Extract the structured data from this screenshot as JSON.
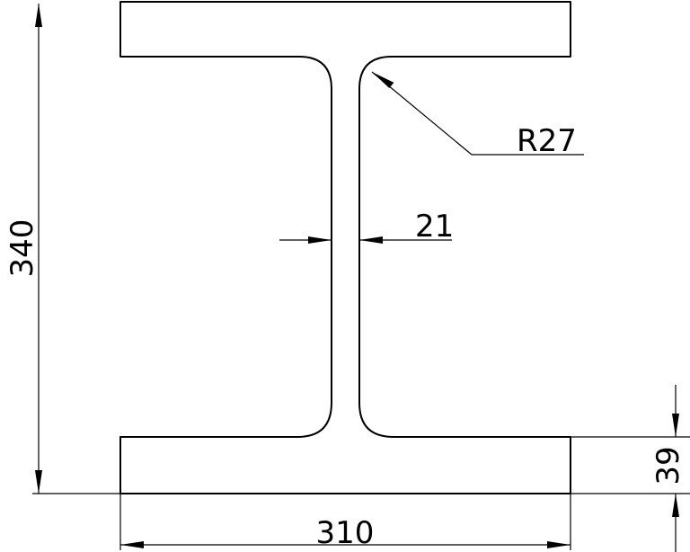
{
  "dimensions": {
    "height": "340",
    "width": "310",
    "web_thickness": "21",
    "flange_thickness": "39",
    "root_radius": "R27"
  },
  "colors": {
    "line": "#000000",
    "background": "#ffffff"
  }
}
